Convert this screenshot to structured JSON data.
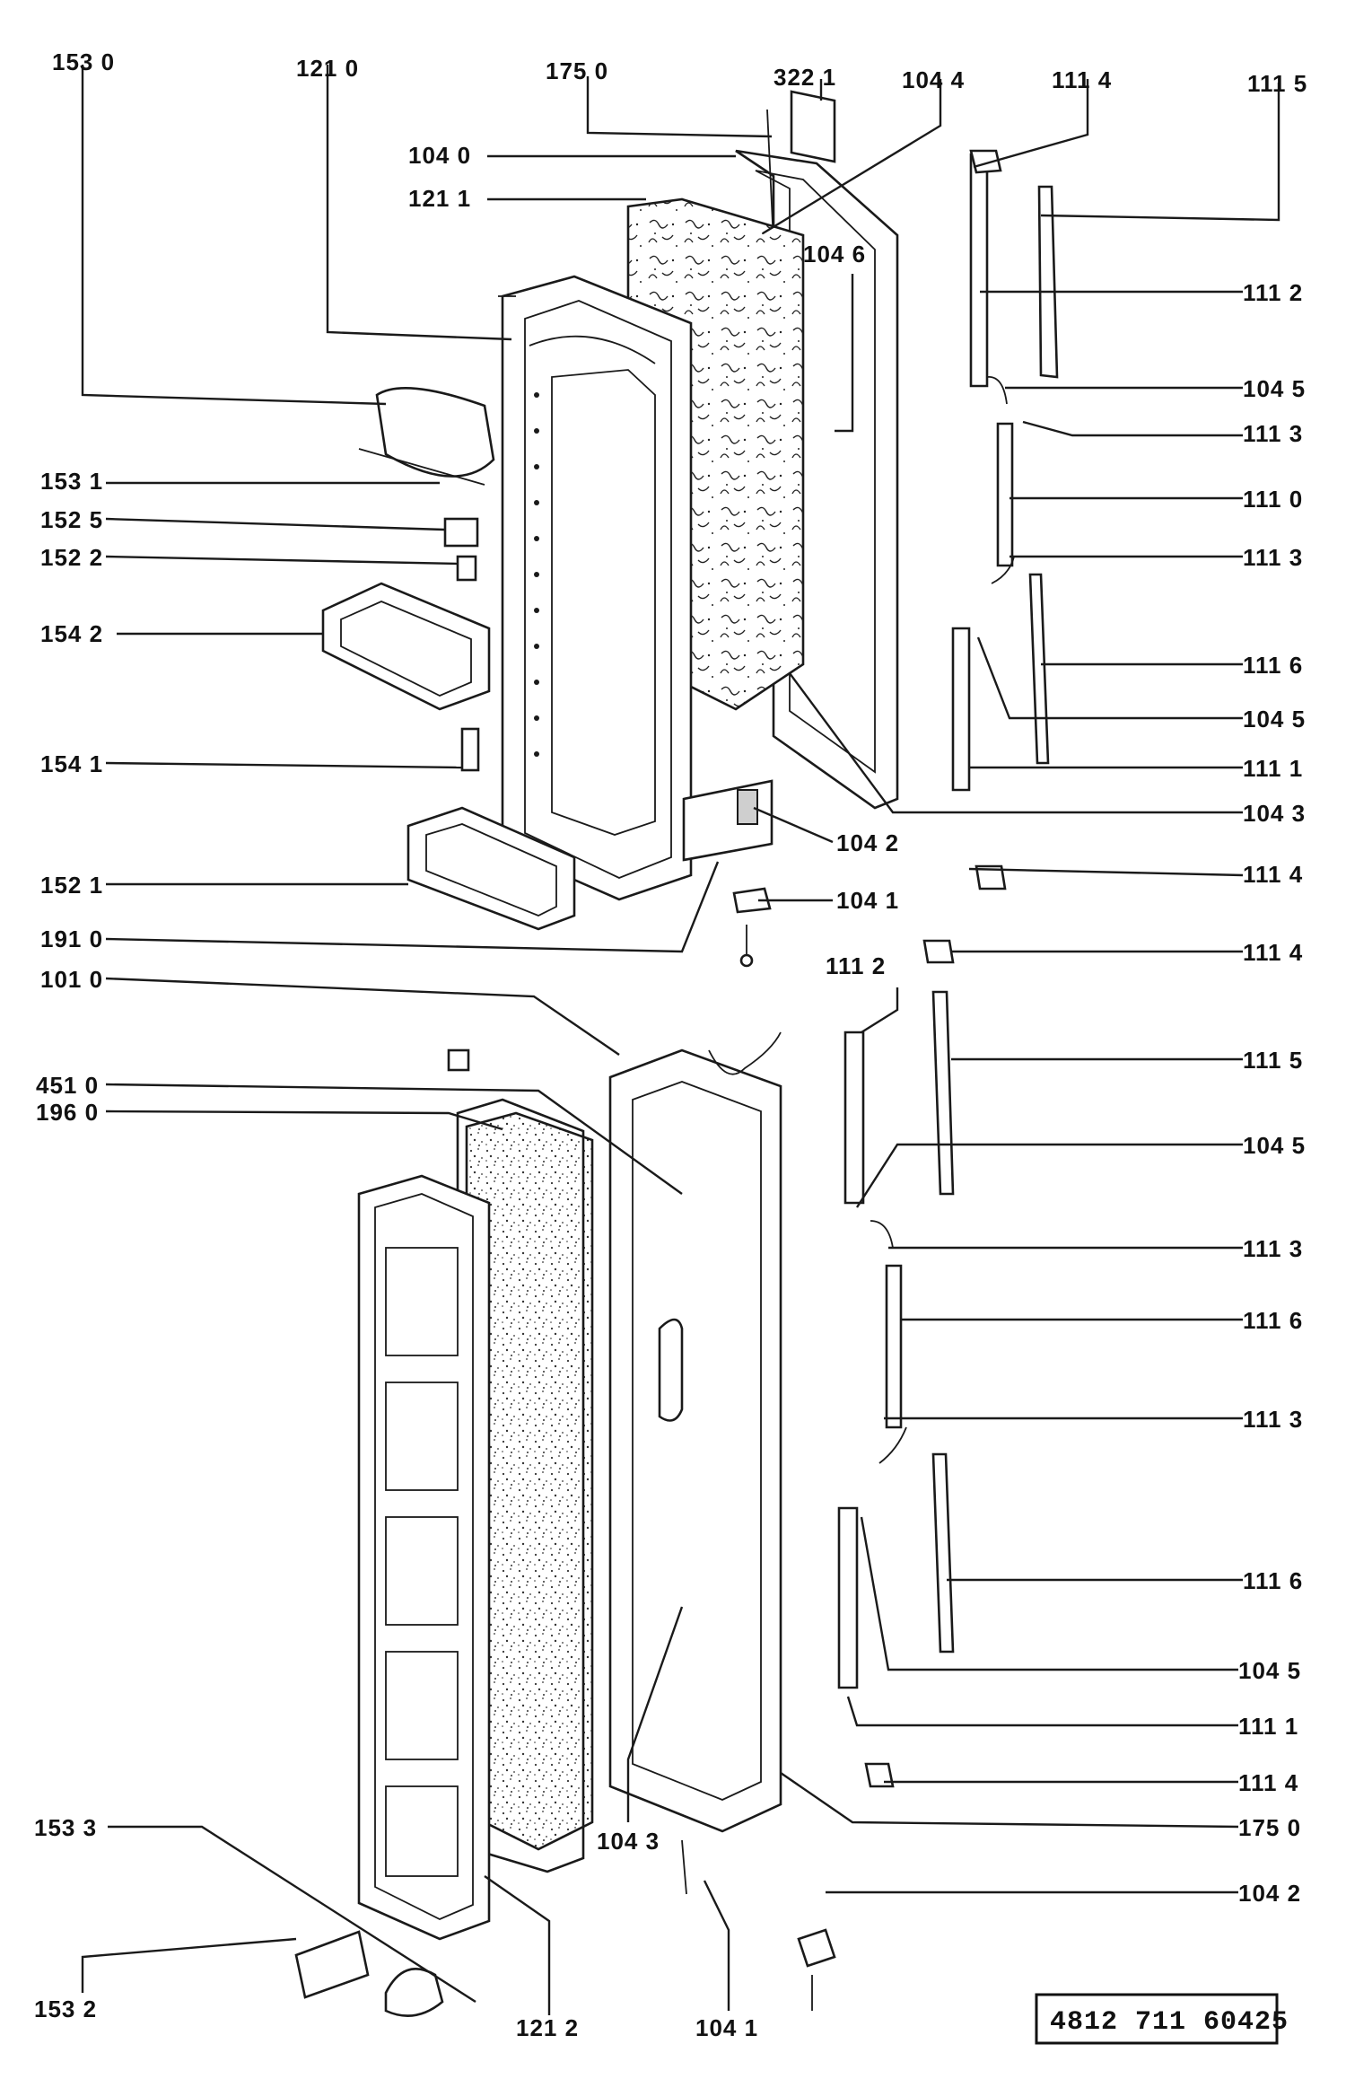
{
  "diagram": {
    "reference_number": "4812 711 60425",
    "labels": {
      "l1530": "153 0",
      "l1210": "121 0",
      "l1750_top": "175 0",
      "l3221": "322 1",
      "l1044": "104 4",
      "l1114_top": "111 4",
      "l1115_top": "111 5",
      "l1040": "104 0",
      "l1211": "121 1",
      "l1046": "104 6",
      "l1112_a": "111 2",
      "l1045_a": "104 5",
      "l1113_a": "111 3",
      "l1110": "111 0",
      "l1113_b": "111 3",
      "l1116_a": "111 6",
      "l1045_b": "104 5",
      "l1111_a": "111 1",
      "l1043_a": "104 3",
      "l1042_a": "104 2",
      "l1041_a": "104 1",
      "l1114_b": "111 4",
      "l1114_c": "111 4",
      "l1531": "153 1",
      "l1525": "152 5",
      "l1522": "152 2",
      "l1542": "154 2",
      "l1541": "154 1",
      "l1521": "152 1",
      "l1910": "191 0",
      "l1010": "101 0",
      "l4510": "451 0",
      "l1960": "196 0",
      "l1112_b": "111 2",
      "l1115_b": "111 5",
      "l1045_c": "104 5",
      "l1113_c": "111 3",
      "l1116_b": "111 6",
      "l1113_d": "111 3",
      "l1116_c": "111 6",
      "l1045_d": "104 5",
      "l1111_b": "111 1",
      "l1114_d": "111 4",
      "l1750_bot": "175 0",
      "l1042_b": "104 2",
      "l1043_b": "104 3",
      "l1533": "153 3",
      "l1532": "153 2",
      "l1212": "121 2",
      "l1041_b": "104 1"
    }
  }
}
